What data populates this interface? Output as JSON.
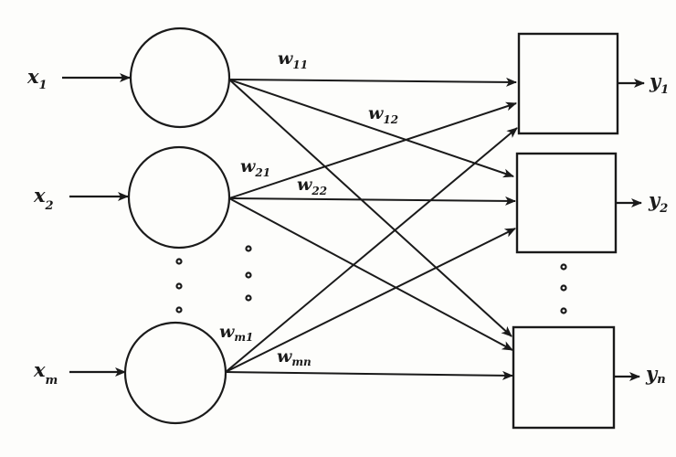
{
  "diagram": {
    "title": "",
    "type": "single-layer neural network",
    "colors": {
      "stroke": "#1a1a1a",
      "background": "#fdfdfb"
    },
    "inputs": [
      {
        "id": "x1",
        "base": "x",
        "sub": "1"
      },
      {
        "id": "x2",
        "base": "x",
        "sub": "2"
      },
      {
        "id": "xm",
        "base": "x",
        "sub": "m"
      }
    ],
    "outputs": [
      {
        "id": "y1",
        "base": "y",
        "sub": "1"
      },
      {
        "id": "y2",
        "base": "y",
        "sub": "2"
      },
      {
        "id": "yn",
        "base": "y",
        "sub": "n"
      }
    ],
    "weights": [
      {
        "id": "w11",
        "base": "w",
        "sub": "11"
      },
      {
        "id": "w12",
        "base": "w",
        "sub": "12"
      },
      {
        "id": "w21",
        "base": "w",
        "sub": "21"
      },
      {
        "id": "w22",
        "base": "w",
        "sub": "22"
      },
      {
        "id": "wm1",
        "base": "w",
        "sub": "m1"
      },
      {
        "id": "wmn",
        "base": "w",
        "sub": "mn"
      }
    ],
    "ellipsis": "⋮"
  }
}
